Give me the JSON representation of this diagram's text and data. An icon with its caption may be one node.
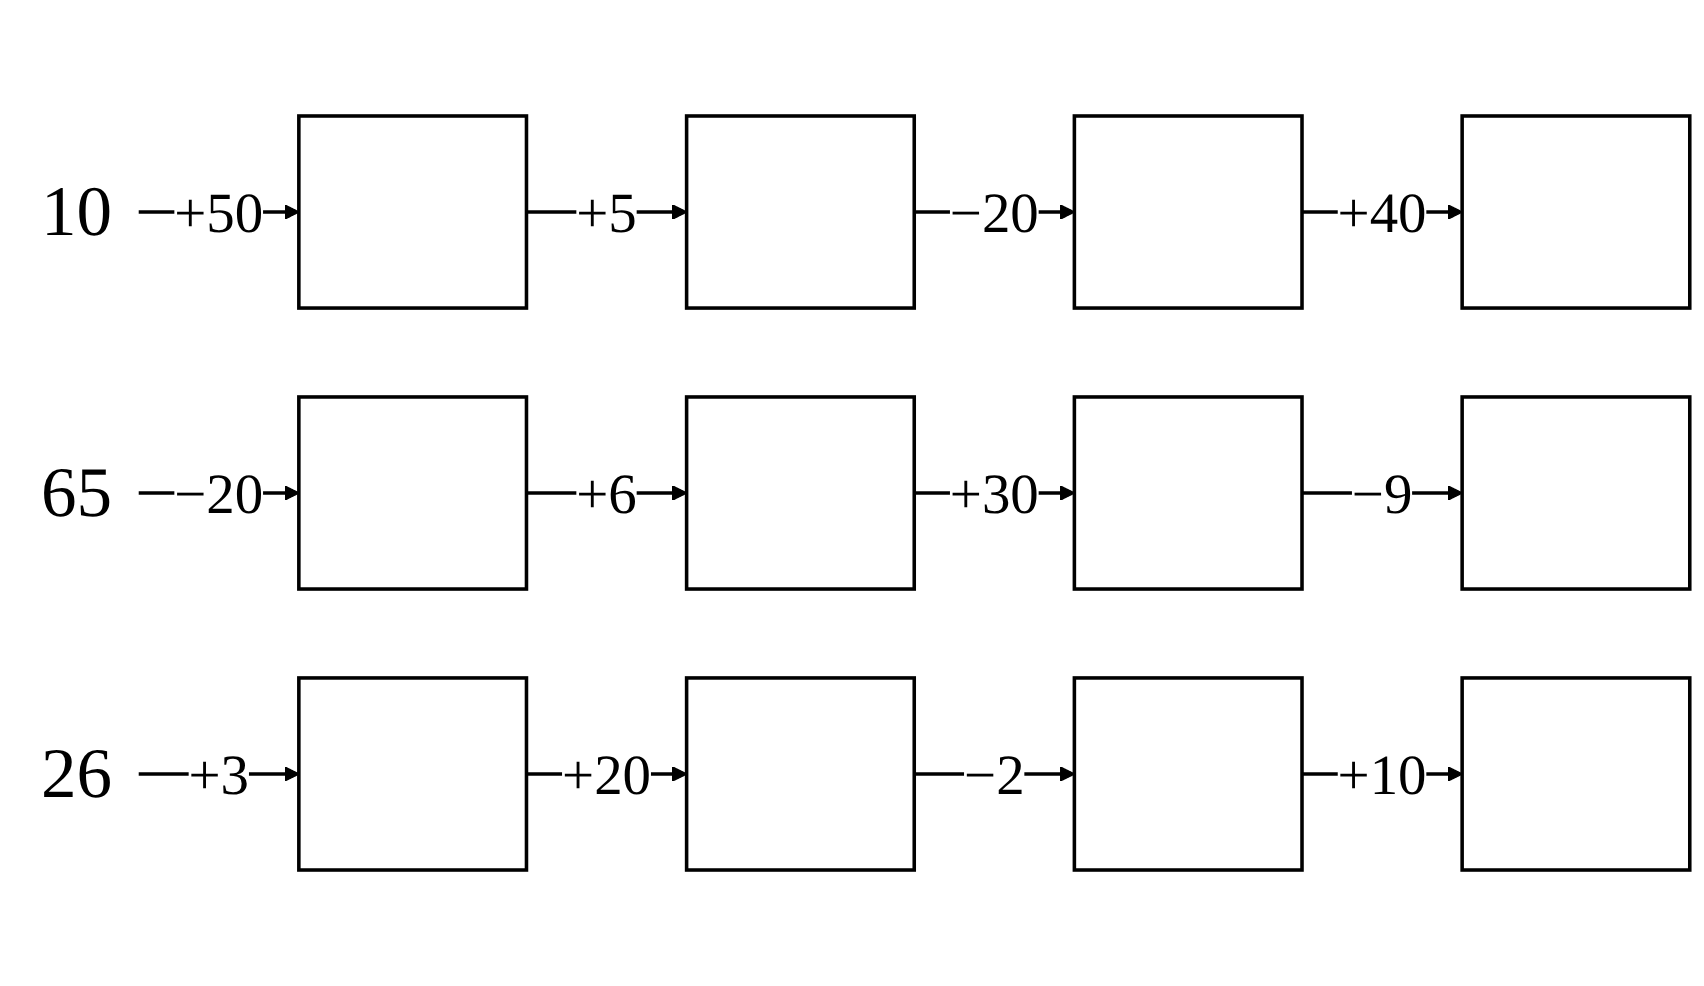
{
  "diagram": {
    "nodes": [
      {
        "text": [
          "10"
        ]
      },
      {
        "text": [],
        "shape": "box"
      },
      {
        "text": [],
        "shape": "box"
      },
      {
        "text": [],
        "shape": "box"
      },
      {
        "text": [],
        "shape": "box"
      },
      {
        "text": [
          "65"
        ]
      },
      {
        "text": [],
        "shape": "box"
      },
      {
        "text": [],
        "shape": "box"
      },
      {
        "text": [],
        "shape": "box"
      },
      {
        "text": [],
        "shape": "box"
      },
      {
        "text": [
          "26"
        ]
      },
      {
        "text": [],
        "shape": "box"
      },
      {
        "text": [],
        "shape": "box"
      },
      {
        "text": [],
        "shape": "box"
      },
      {
        "text": [],
        "shape": "box"
      }
    ],
    "edges": [
      {
        "from": 0,
        "to": 1,
        "arrow": "to",
        "label": "+50"
      },
      {
        "from": 1,
        "to": 2,
        "arrow": "to",
        "label": "+5"
      },
      {
        "from": 2,
        "to": 3,
        "arrow": "to",
        "label": "−20"
      },
      {
        "from": 3,
        "to": 4,
        "arrow": "to",
        "label": "+40"
      },
      {
        "from": 5,
        "to": 6,
        "arrow": "to",
        "label": "−20"
      },
      {
        "from": 6,
        "to": 7,
        "arrow": "to",
        "label": "+6"
      },
      {
        "from": 7,
        "to": 8,
        "arrow": "to",
        "label": "+30"
      },
      {
        "from": 8,
        "to": 9,
        "arrow": "to",
        "label": "−9"
      },
      {
        "from": 10,
        "to": 11,
        "arrow": "to",
        "label": "+3"
      },
      {
        "from": 11,
        "to": 12,
        "arrow": "to",
        "label": "+20"
      },
      {
        "from": 12,
        "to": 13,
        "arrow": "to",
        "label": "−2"
      },
      {
        "from": 13,
        "to": 14,
        "arrow": "to",
        "label": "+10"
      }
    ]
  }
}
